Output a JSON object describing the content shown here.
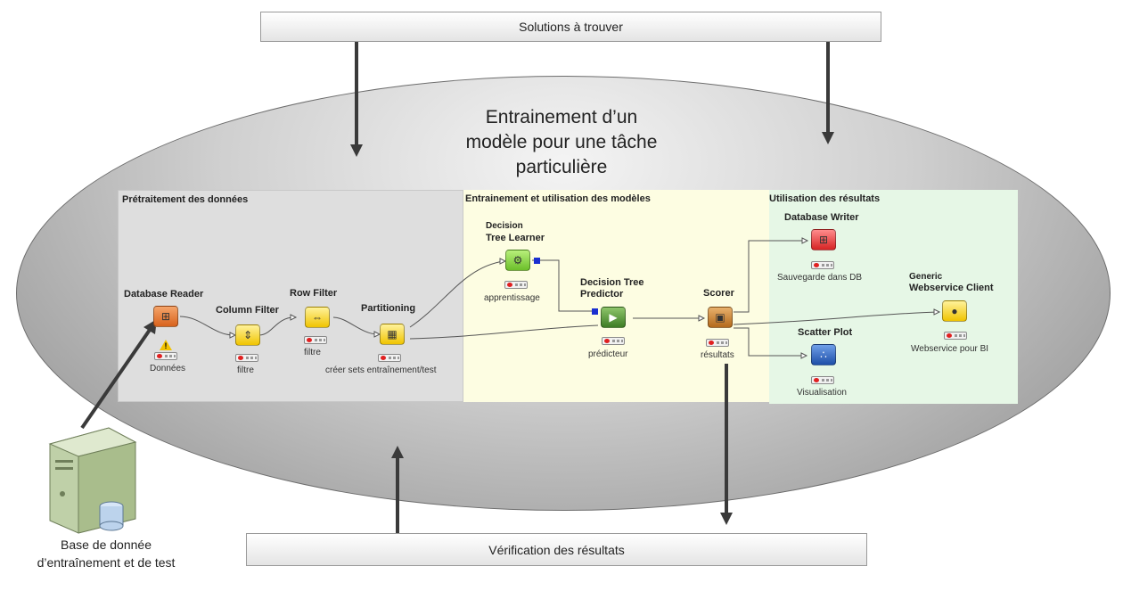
{
  "top_banner": "Solutions à trouver",
  "bottom_banner": "Vérification des résultats",
  "ellipse_title": [
    "Entrainement d’un",
    "modèle pour une tâche",
    "particulière"
  ],
  "panels": {
    "preprocessing": "Prétraitement  des données",
    "training": "Entrainement et utilisation des modèles",
    "results": "Utilisation des résultats"
  },
  "nodes": {
    "database_reader": {
      "title": "Database Reader",
      "label": "Données"
    },
    "column_filter": {
      "title": "Column Filter",
      "label": "filtre"
    },
    "row_filter": {
      "title": "Row Filter",
      "label": "filtre"
    },
    "partitioning": {
      "title": "Partitioning",
      "label": "créer sets entraînement/test"
    },
    "tree_learner": {
      "title_line1": "Decision",
      "title_line2": "Tree Learner",
      "label": "apprentissage"
    },
    "tree_predictor": {
      "title_line1": "Decision Tree",
      "title_line2": "Predictor",
      "label": "prédicteur"
    },
    "scorer": {
      "title": "Scorer",
      "label": "résultats"
    },
    "database_writer": {
      "title": "Database Writer",
      "label": "Sauvegarde dans DB"
    },
    "scatter_plot": {
      "title": "Scatter Plot",
      "label": "Visualisation"
    },
    "webservice_client": {
      "title_line1": "Generic",
      "title_line2": "Webservice Client",
      "label": "Webservice pour BI"
    }
  },
  "database_caption": [
    "Base de donnée",
    "d’entraînement et de test"
  ],
  "colors": {
    "preprocessing_bg": "#dedede",
    "training_bg": "#fdfde2",
    "results_bg": "#e6f7e6",
    "arrow": "#333333"
  }
}
